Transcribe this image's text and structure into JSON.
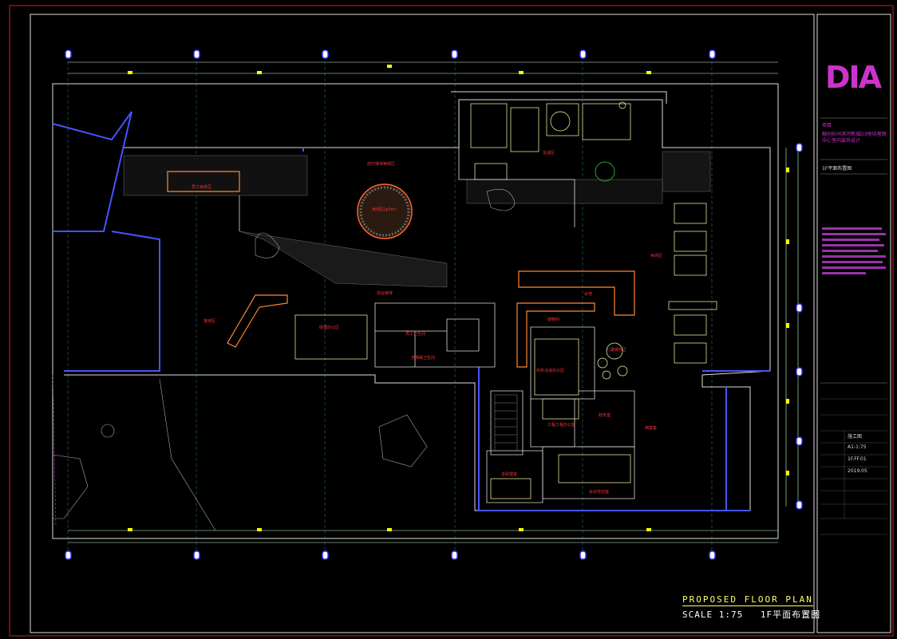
{
  "drawing": {
    "caption_title": "PROPOSED FLOOR PLAN",
    "caption_scale": "SCALE 1:75",
    "caption_cn": "1F平面布置图",
    "rooms": [
      {
        "id": "r1",
        "label": "员工休息区"
      },
      {
        "id": "r2",
        "label": "前厅接待等候区"
      },
      {
        "id": "r3",
        "label": "休闲区(φ3m)"
      },
      {
        "id": "r4",
        "label": "洽谈区"
      },
      {
        "id": "r5",
        "label": "休闲区"
      },
      {
        "id": "r6",
        "label": "接待区"
      },
      {
        "id": "r7",
        "label": "前台接待"
      },
      {
        "id": "r8",
        "label": "水吧"
      },
      {
        "id": "r9",
        "label": "经理办公区"
      },
      {
        "id": "r10",
        "label": "员工卫生间"
      },
      {
        "id": "r11",
        "label": "无障碍卫生间"
      },
      {
        "id": "r12",
        "label": "储物间"
      },
      {
        "id": "r13",
        "label": "儿童娱乐区"
      },
      {
        "id": "r14",
        "label": "商务洽谈办公区"
      },
      {
        "id": "r15",
        "label": "财务室"
      },
      {
        "id": "r16",
        "label": "档案室"
      },
      {
        "id": "r17",
        "label": "工程工程办公室"
      },
      {
        "id": "r18",
        "label": "总经理室"
      },
      {
        "id": "r19",
        "label": "会议培训室"
      }
    ]
  },
  "titleblock": {
    "logo": "DIA",
    "project_label": "项目",
    "project_name": "融创杭州滨河新城D3地块营销中心室内装饰设计",
    "drawing_name": "1F平面布置图",
    "stage": "施工图",
    "scale": "A1-1:75",
    "drawing_no": "1F.FF.01",
    "date": "2019.05"
  }
}
